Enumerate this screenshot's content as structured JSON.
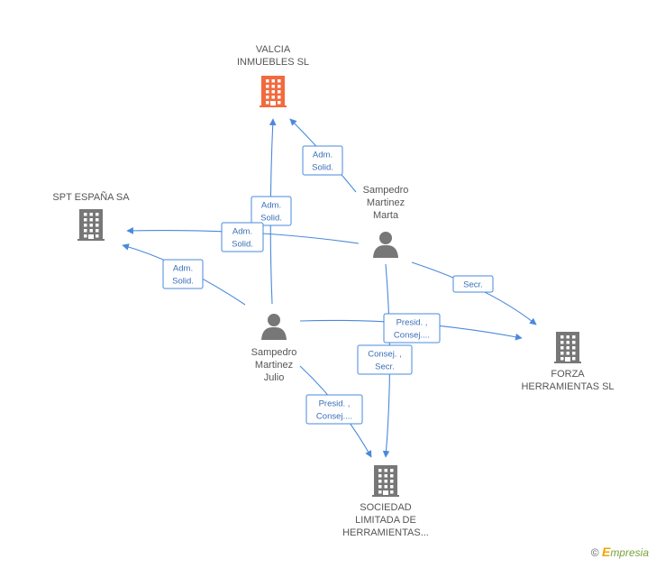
{
  "colors": {
    "edge": "#4a89dc",
    "company": "#777777",
    "company_highlight": "#f26a3d",
    "person": "#777777"
  },
  "nodes": [
    {
      "id": "valcia",
      "kind": "company",
      "highlight": true,
      "label": [
        "VALCIA",
        "INMUEBLES SL"
      ]
    },
    {
      "id": "spt",
      "kind": "company",
      "highlight": false,
      "label": [
        "SPT ESPAÑA SA"
      ]
    },
    {
      "id": "forza",
      "kind": "company",
      "highlight": false,
      "label": [
        "FORZA",
        "HERRAMIENTAS SL"
      ]
    },
    {
      "id": "sociedad",
      "kind": "company",
      "highlight": false,
      "label": [
        "SOCIEDAD",
        "LIMITADA DE",
        "HERRAMIENTAS..."
      ]
    },
    {
      "id": "marta",
      "kind": "person",
      "label": [
        "Sampedro",
        "Martinez",
        "Marta"
      ]
    },
    {
      "id": "julio",
      "kind": "person",
      "label": [
        "Sampedro",
        "Martinez",
        "Julio"
      ]
    }
  ],
  "edges": [
    {
      "id": "marta-valcia",
      "label": [
        "Adm.",
        "Solid."
      ]
    },
    {
      "id": "julio-valcia",
      "label": [
        "Adm.",
        "Solid."
      ]
    },
    {
      "id": "marta-spt",
      "label": [
        "Adm.",
        "Solid."
      ]
    },
    {
      "id": "julio-spt",
      "label": [
        "Adm.",
        "Solid."
      ]
    },
    {
      "id": "marta-forza",
      "label": [
        "Secr."
      ]
    },
    {
      "id": "julio-forza",
      "label": [
        "Presid. ,",
        "Consej...."
      ]
    },
    {
      "id": "marta-sociedad",
      "label": [
        "Consej. ,",
        "Secr."
      ]
    },
    {
      "id": "julio-sociedad",
      "label": [
        "Presid. ,",
        "Consej...."
      ]
    }
  ],
  "footer": {
    "copyright_symbol": "©",
    "brand_initial": "E",
    "brand_rest": "mpresia"
  }
}
